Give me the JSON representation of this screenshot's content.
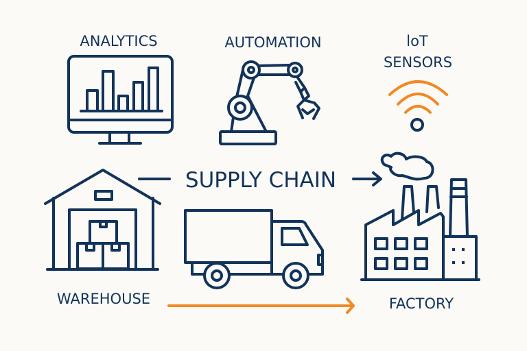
{
  "colors": {
    "primary": "#12335a",
    "accent": "#f08a24",
    "background": "#fbfaf6"
  },
  "labels": {
    "analytics": "ANALYTICS",
    "automation": "AUTOMATION",
    "iot_line1": "loT",
    "iot_line2": "SENSORS",
    "supply_chain": "SUPPLY CHAIN",
    "warehouse": "WAREHOUSE",
    "factory": "FACTORY"
  },
  "icons": [
    "monitor-chart-icon",
    "robot-arm-icon",
    "wifi-sensor-icon",
    "warehouse-icon",
    "truck-icon",
    "factory-icon"
  ],
  "analytics_bars": [
    0.3,
    0.58,
    0.22,
    0.42,
    0.63
  ]
}
